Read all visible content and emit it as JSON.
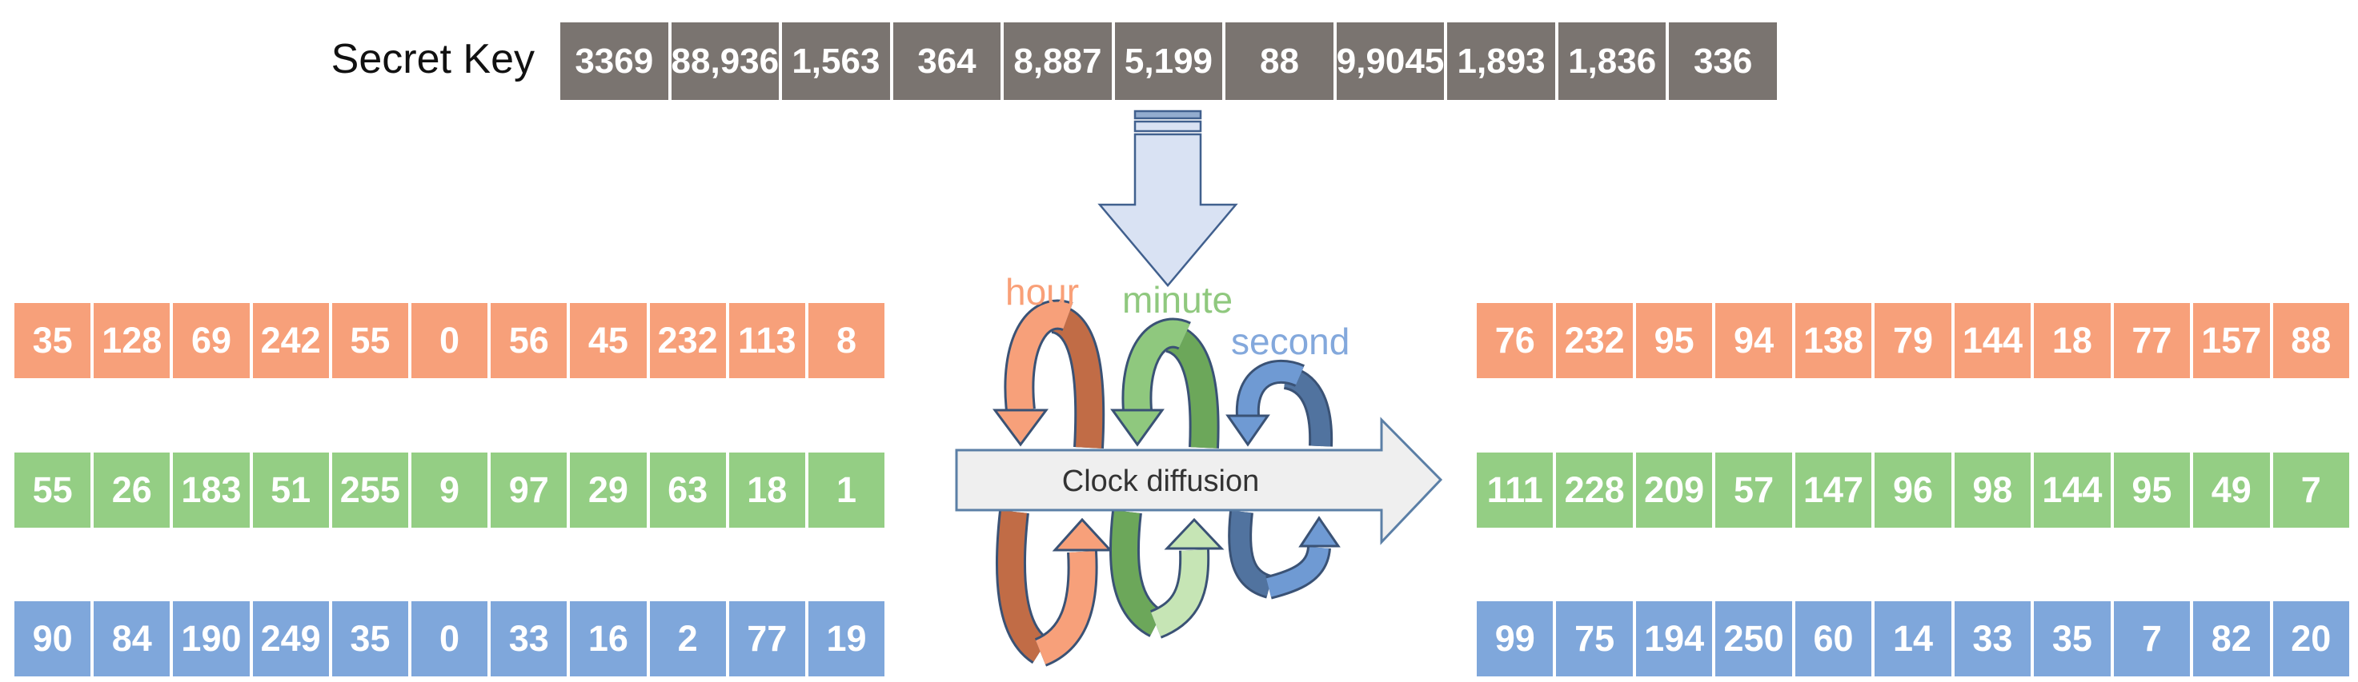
{
  "secret_key": {
    "label": "Secret Key",
    "values": [
      "3369",
      "88,936",
      "1,563",
      "364",
      "8,887",
      "5,199",
      "88",
      "9,9045",
      "1,893",
      "1,836",
      "336"
    ]
  },
  "left_block": {
    "hour_row": [
      "35",
      "128",
      "69",
      "242",
      "55",
      "0",
      "56",
      "45",
      "232",
      "113",
      "8"
    ],
    "minute_row": [
      "55",
      "26",
      "183",
      "51",
      "255",
      "9",
      "97",
      "29",
      "63",
      "18",
      "1"
    ],
    "second_row": [
      "90",
      "84",
      "190",
      "249",
      "35",
      "0",
      "33",
      "16",
      "2",
      "77",
      "19"
    ]
  },
  "right_block": {
    "hour_row": [
      "76",
      "232",
      "95",
      "94",
      "138",
      "79",
      "144",
      "18",
      "77",
      "157",
      "88"
    ],
    "minute_row": [
      "111",
      "228",
      "209",
      "57",
      "147",
      "96",
      "98",
      "144",
      "95",
      "49",
      "7"
    ],
    "second_row": [
      "99",
      "75",
      "194",
      "250",
      "60",
      "14",
      "33",
      "35",
      "7",
      "82",
      "20"
    ]
  },
  "center": {
    "hour_label": "hour",
    "minute_label": "minute",
    "second_label": "second",
    "process_label": "Clock diffusion"
  },
  "colors": {
    "key_cell": "#7A7470",
    "hour": "#F7A07A",
    "hour_dark": "#C16C46",
    "hour_text": "#F9A078",
    "minute": "#94CE84",
    "minute_light": "#8FC87E",
    "minute_dark": "#6CA75A",
    "minute_pale": "#C6E5B5",
    "second": "#7FA7DB",
    "second_mid": "#6F9AD3",
    "second_dark": "#51739F",
    "second_text": "#83A8DC",
    "outline": "#3A5275",
    "down_arrow_fill": "#D9E2F3",
    "down_arrow_stripe": "#93ACCE",
    "down_arrow_border": "#41608E",
    "process_fill": "#EFEFEF",
    "process_border": "#5B7FA6",
    "process_text": "#333333"
  }
}
